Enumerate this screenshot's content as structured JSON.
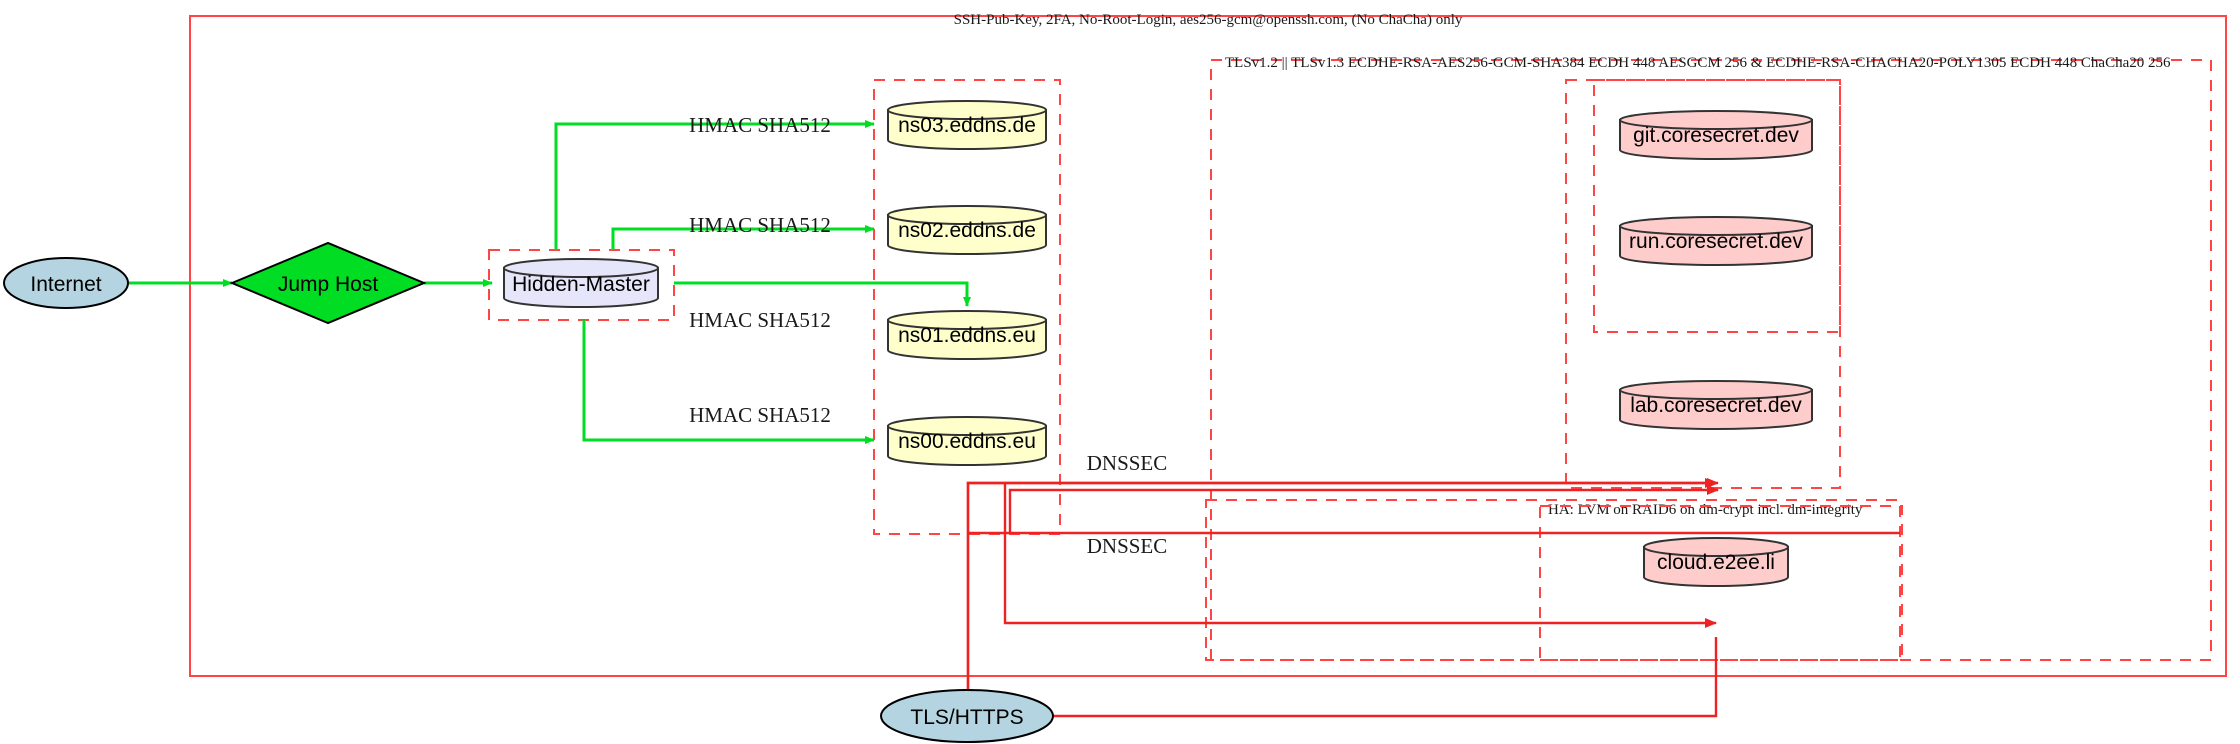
{
  "diagram": {
    "title_note": "SSH-Pub-Key, 2FA, No-Root-Login, aes256-gcm@openssh.com, (No ChaCha) only",
    "colors": {
      "boundary": "#ff4444",
      "secure_link": "#00dd22",
      "tls_link": "#ee2222",
      "internet_fill": "#b3d4e0",
      "jump_fill": "#00dd22",
      "master_fill": "#e6e6fa",
      "dns_fill": "#ffffcc",
      "app_fill": "#ffcccc",
      "outline": "#333333"
    },
    "boundaries": [
      {
        "id": "ssh-zone",
        "label": "SSH-Pub-Key, 2FA, No-Root-Login, aes256-gcm@openssh.com, (No ChaCha) only"
      },
      {
        "id": "tls-zone",
        "label": "TLSv1.2 || TLSv1.3 ECDHE-RSA-AES256-GCM-SHA384 ECDH 448 AESGCM 256 & ECDHE-RSA-CHACHA20-POLY1305 ECDH 448 ChaCha20 256"
      },
      {
        "id": "ha-zone",
        "label": "HA: LVM on RAID6 on dm-crypt incl. dm-integrity"
      },
      {
        "id": "master-zone",
        "label": ""
      },
      {
        "id": "dns-zone",
        "label": ""
      },
      {
        "id": "app-zone",
        "label": ""
      },
      {
        "id": "cloud-zone",
        "label": ""
      }
    ],
    "nodes": {
      "internet": {
        "label": "Internet",
        "shape": "ellipse"
      },
      "jump_host": {
        "label": "Jump Host",
        "shape": "diamond"
      },
      "hidden_master": {
        "label": "Hidden-Master",
        "shape": "cylinder"
      },
      "tls_https": {
        "label": "TLS/HTTPS",
        "shape": "ellipse"
      },
      "dns_servers": [
        {
          "label": "ns03.eddns.de",
          "shape": "cylinder"
        },
        {
          "label": "ns02.eddns.de",
          "shape": "cylinder"
        },
        {
          "label": "ns01.eddns.eu",
          "shape": "cylinder"
        },
        {
          "label": "ns00.eddns.eu",
          "shape": "cylinder"
        }
      ],
      "app_servers": [
        {
          "label": "git.coresecret.dev",
          "shape": "cylinder"
        },
        {
          "label": "run.coresecret.dev",
          "shape": "cylinder"
        },
        {
          "label": "lab.coresecret.dev",
          "shape": "cylinder"
        }
      ],
      "cloud_servers": [
        {
          "label": "cloud.e2ee.li",
          "shape": "cylinder"
        }
      ]
    },
    "edge_labels": {
      "hmac_1": "HMAC SHA512",
      "hmac_2": "HMAC SHA512",
      "hmac_3": "HMAC SHA512",
      "hmac_4": "HMAC SHA512",
      "dnssec_1": "DNSSEC",
      "dnssec_2": "DNSSEC"
    }
  }
}
